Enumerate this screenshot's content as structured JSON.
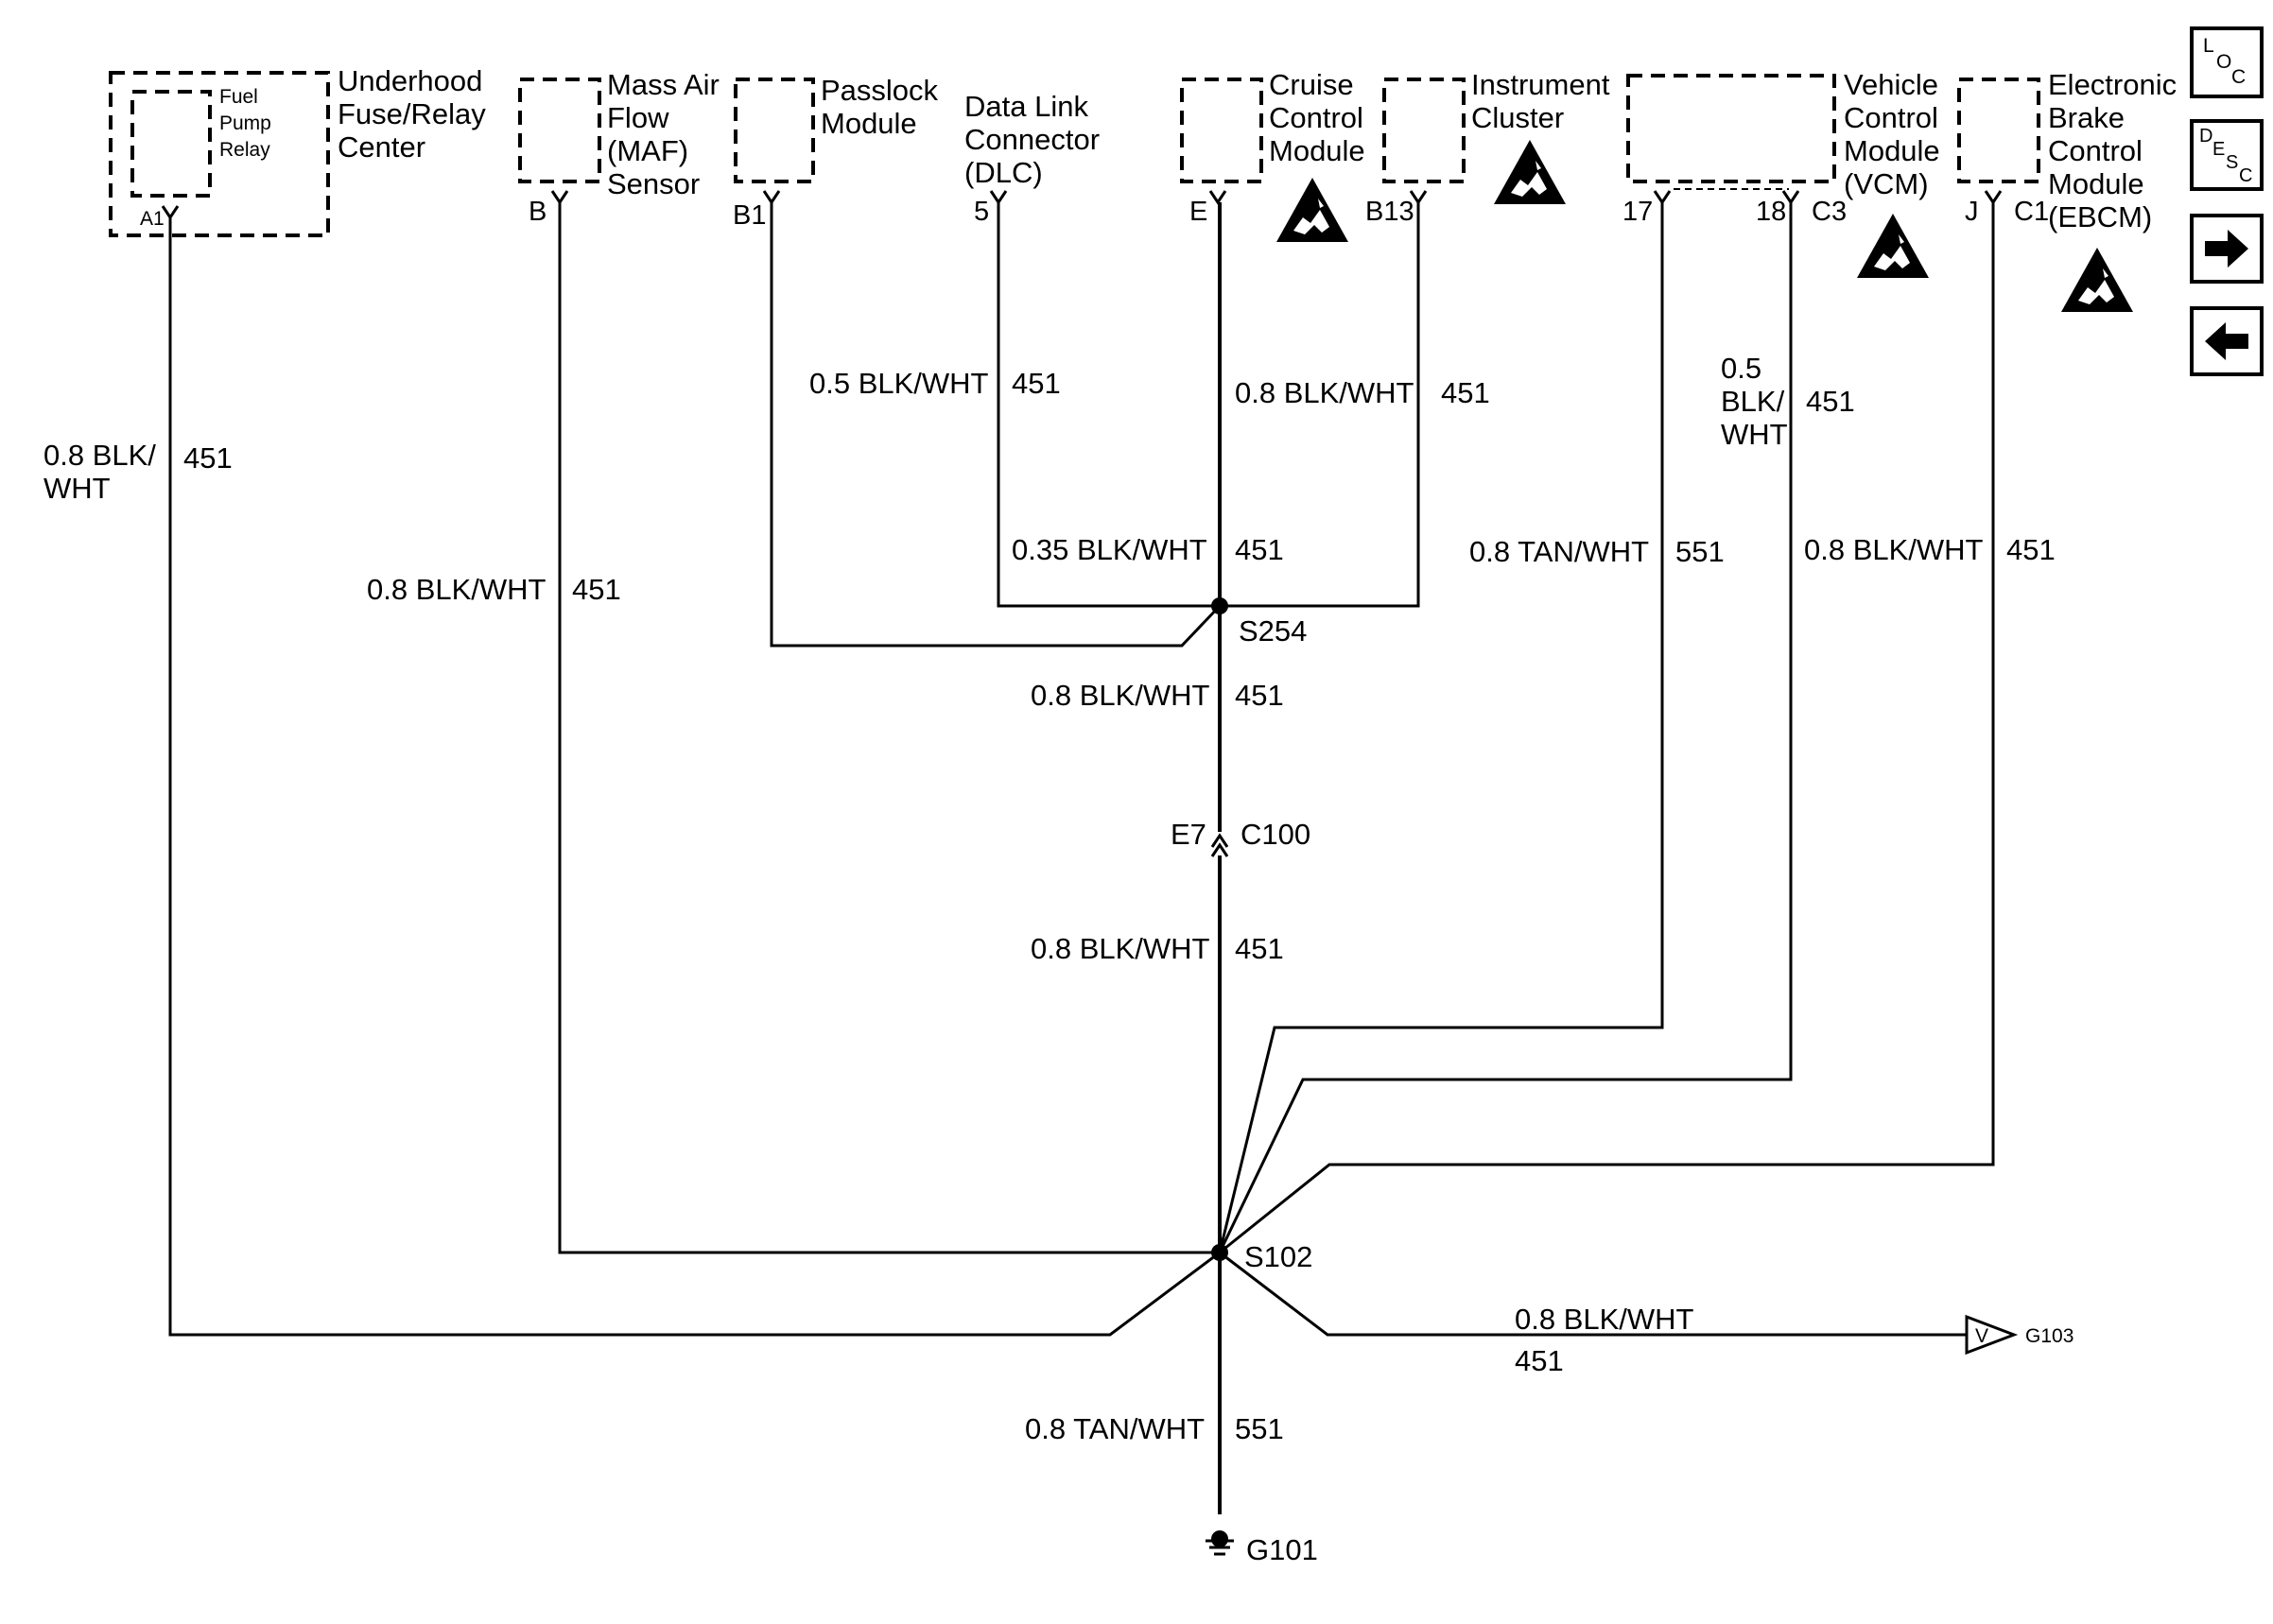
{
  "components": {
    "underhood_fuse_relay": {
      "name": [
        "Underhood",
        "Fuse/Relay",
        "Center"
      ],
      "inner": [
        "Fuel",
        "Pump",
        "Relay"
      ],
      "pin": "A1"
    },
    "maf_sensor": {
      "name": [
        "Mass Air",
        "Flow",
        "(MAF)",
        "Sensor"
      ],
      "pin": "B"
    },
    "passlock_module": {
      "name": [
        "Passlock",
        "Module"
      ],
      "pin": "B1"
    },
    "dlc": {
      "name": [
        "Data Link",
        "Connector",
        "(DLC)"
      ],
      "pin": "5"
    },
    "cruise_control_module": {
      "name": [
        "Cruise",
        "Control",
        "Module"
      ],
      "pin": "E"
    },
    "instrument_cluster": {
      "name": [
        "Instrument",
        "Cluster"
      ],
      "pin": "B13"
    },
    "vcm": {
      "name": [
        "Vehicle",
        "Control",
        "Module",
        "(VCM)"
      ],
      "pin_a": "17",
      "pin_b": "18",
      "connector": "C3"
    },
    "ebcm": {
      "name": [
        "Electronic",
        "Brake",
        "Control",
        "Module",
        "(EBCM)"
      ],
      "pin": "J",
      "connector": "C1"
    }
  },
  "wires": {
    "fuse_relay": {
      "gauge": [
        "0.8 BLK/",
        "WHT"
      ],
      "circuit": "451"
    },
    "maf": {
      "gauge": "0.8 BLK/WHT",
      "circuit": "451"
    },
    "dlc": {
      "gauge": "0.5 BLK/WHT",
      "circuit": "451"
    },
    "cruise_upper": {
      "gauge": "0.8 BLK/WHT",
      "circuit": "451"
    },
    "cruise_lower": {
      "gauge": "0.35 BLK/WHT",
      "circuit": "451"
    },
    "vcm_17": {
      "gauge": "0.8 TAN/WHT",
      "circuit": "551"
    },
    "vcm_18": {
      "gauge": [
        "0.5",
        "BLK/",
        "WHT"
      ],
      "circuit": "451"
    },
    "ebcm": {
      "gauge": "0.8 BLK/WHT",
      "circuit": "451"
    },
    "s254_down": {
      "gauge": "0.8 BLK/WHT",
      "circuit": "451"
    },
    "c100_down": {
      "gauge": "0.8 BLK/WHT",
      "circuit": "451"
    },
    "g103": {
      "gauge": "0.8 BLK/WHT",
      "circuit": "451"
    },
    "g101": {
      "gauge": "0.8 TAN/WHT",
      "circuit": "551"
    }
  },
  "splices": {
    "s254": "S254",
    "s102": "S102"
  },
  "connector_c100": {
    "pin": "E7",
    "name": "C100"
  },
  "grounds": {
    "g101": "G101",
    "g103": "G103"
  },
  "ground_triangle_letter": "V",
  "nav": {
    "loc": [
      "L",
      "O",
      "C"
    ],
    "desc": [
      "D",
      "E",
      "S",
      "C"
    ]
  }
}
